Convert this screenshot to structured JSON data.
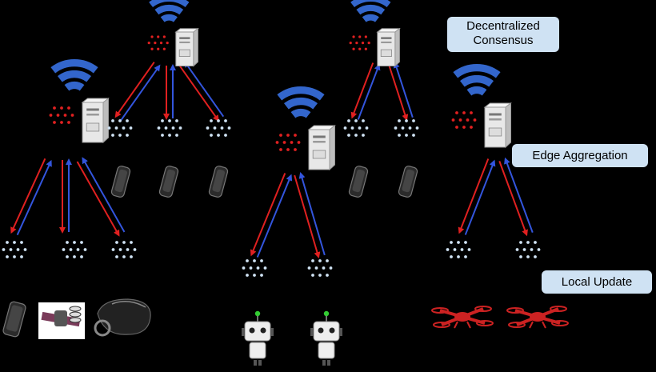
{
  "labels": {
    "consensus_line1": "Decentralized",
    "consensus_line2": "Consensus",
    "edge": "Edge Aggregation",
    "local": "Local Update"
  },
  "colors": {
    "background": "#000000",
    "label_box": "#cfe2f3",
    "wifi": "#3366cc",
    "uplink_arrow": "#e02020",
    "downlink_arrow": "#3355dd",
    "dots_red": "#e02020",
    "dots_light": "#cfe2f3",
    "server": "#e8e8e8",
    "drone": "#cc2222",
    "robot_light": "#33cc33"
  },
  "icons": {
    "wifi": "wifi-icon",
    "server": "server-icon",
    "phone": "smartphone-icon",
    "watch": "smartwatch-icon",
    "vr": "vr-headset-icon",
    "robot": "robot-icon",
    "drone": "drone-icon"
  }
}
